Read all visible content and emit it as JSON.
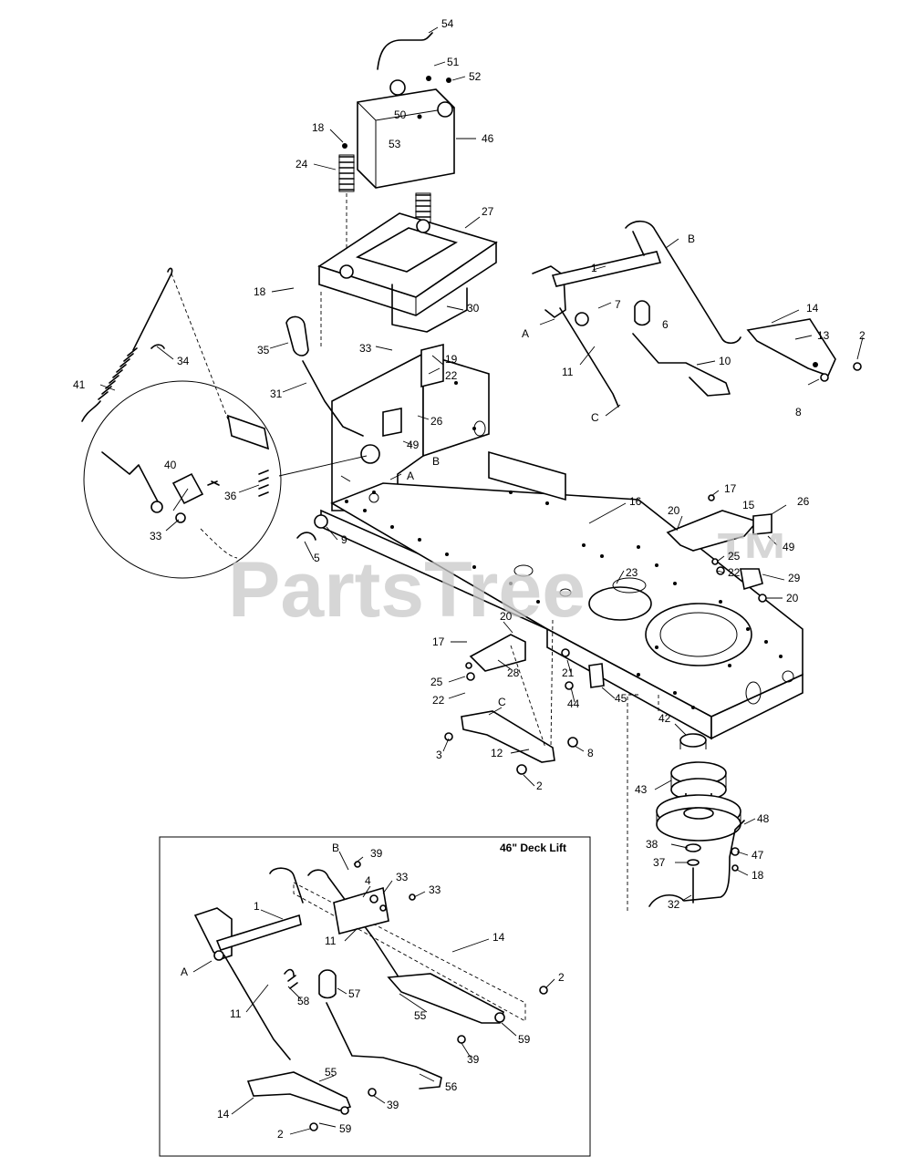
{
  "watermark": "PartsTree",
  "watermark_tm": "™",
  "inset": {
    "title": "46\" Deck Lift"
  },
  "callouts": [
    {
      "id": "c54",
      "text": "54"
    },
    {
      "id": "c51",
      "text": "51"
    },
    {
      "id": "c52",
      "text": "52"
    },
    {
      "id": "c50",
      "text": "50"
    },
    {
      "id": "c53",
      "text": "53"
    },
    {
      "id": "c46",
      "text": "46"
    },
    {
      "id": "c18a",
      "text": "18"
    },
    {
      "id": "c24",
      "text": "24"
    },
    {
      "id": "c27",
      "text": "27"
    },
    {
      "id": "c18b",
      "text": "18"
    },
    {
      "id": "c30",
      "text": "30"
    },
    {
      "id": "c35",
      "text": "35"
    },
    {
      "id": "c34",
      "text": "34"
    },
    {
      "id": "c41",
      "text": "41"
    },
    {
      "id": "c33a",
      "text": "33"
    },
    {
      "id": "c19",
      "text": "19"
    },
    {
      "id": "c22a",
      "text": "22"
    },
    {
      "id": "c31",
      "text": "31"
    },
    {
      "id": "c26a",
      "text": "26"
    },
    {
      "id": "c49a",
      "text": "49"
    },
    {
      "id": "cBa",
      "text": "B"
    },
    {
      "id": "cAa",
      "text": "A"
    },
    {
      "id": "c40",
      "text": "40"
    },
    {
      "id": "c36",
      "text": "36"
    },
    {
      "id": "c33b",
      "text": "33"
    },
    {
      "id": "c5",
      "text": "5"
    },
    {
      "id": "c9",
      "text": "9"
    },
    {
      "id": "c1a",
      "text": "1"
    },
    {
      "id": "cBb",
      "text": "B"
    },
    {
      "id": "c7",
      "text": "7"
    },
    {
      "id": "c6",
      "text": "6"
    },
    {
      "id": "cAb",
      "text": "A"
    },
    {
      "id": "c11a",
      "text": "11"
    },
    {
      "id": "c14a",
      "text": "14"
    },
    {
      "id": "c13",
      "text": "13"
    },
    {
      "id": "c2a",
      "text": "2"
    },
    {
      "id": "c10",
      "text": "10"
    },
    {
      "id": "cCa",
      "text": "C"
    },
    {
      "id": "c8a",
      "text": "8"
    },
    {
      "id": "c17a",
      "text": "17"
    },
    {
      "id": "c16",
      "text": "16"
    },
    {
      "id": "c20a",
      "text": "20"
    },
    {
      "id": "c15",
      "text": "15"
    },
    {
      "id": "c26b",
      "text": "26"
    },
    {
      "id": "c49b",
      "text": "49"
    },
    {
      "id": "c25a",
      "text": "25"
    },
    {
      "id": "c23",
      "text": "23"
    },
    {
      "id": "c22b",
      "text": "22"
    },
    {
      "id": "c29",
      "text": "29"
    },
    {
      "id": "c20b",
      "text": "20"
    },
    {
      "id": "c20c",
      "text": "20"
    },
    {
      "id": "c17b",
      "text": "17"
    },
    {
      "id": "c28",
      "text": "28"
    },
    {
      "id": "c25b",
      "text": "25"
    },
    {
      "id": "c22c",
      "text": "22"
    },
    {
      "id": "c21",
      "text": "21"
    },
    {
      "id": "c44",
      "text": "44"
    },
    {
      "id": "c45",
      "text": "45"
    },
    {
      "id": "cCb",
      "text": "C"
    },
    {
      "id": "c3",
      "text": "3"
    },
    {
      "id": "c12",
      "text": "12"
    },
    {
      "id": "c8b",
      "text": "8"
    },
    {
      "id": "c2b",
      "text": "2"
    },
    {
      "id": "c42",
      "text": "42"
    },
    {
      "id": "c43",
      "text": "43"
    },
    {
      "id": "c48",
      "text": "48"
    },
    {
      "id": "c38",
      "text": "38"
    },
    {
      "id": "c47",
      "text": "47"
    },
    {
      "id": "c37",
      "text": "37"
    },
    {
      "id": "c18c",
      "text": "18"
    },
    {
      "id": "c32",
      "text": "32"
    },
    {
      "id": "cBc",
      "text": "B"
    },
    {
      "id": "c39a",
      "text": "39"
    },
    {
      "id": "c4",
      "text": "4"
    },
    {
      "id": "c33c",
      "text": "33"
    },
    {
      "id": "c33d",
      "text": "33"
    },
    {
      "id": "c1b",
      "text": "1"
    },
    {
      "id": "c11b",
      "text": "11"
    },
    {
      "id": "c14b",
      "text": "14"
    },
    {
      "id": "cAc",
      "text": "A"
    },
    {
      "id": "c58",
      "text": "58"
    },
    {
      "id": "c57",
      "text": "57"
    },
    {
      "id": "c2c",
      "text": "2"
    },
    {
      "id": "c11c",
      "text": "11"
    },
    {
      "id": "c55a",
      "text": "55"
    },
    {
      "id": "c59a",
      "text": "59"
    },
    {
      "id": "c39b",
      "text": "39"
    },
    {
      "id": "c56",
      "text": "56"
    },
    {
      "id": "c55b",
      "text": "55"
    },
    {
      "id": "c14c",
      "text": "14"
    },
    {
      "id": "c39c",
      "text": "39"
    },
    {
      "id": "c2d",
      "text": "2"
    },
    {
      "id": "c59b",
      "text": "59"
    }
  ]
}
